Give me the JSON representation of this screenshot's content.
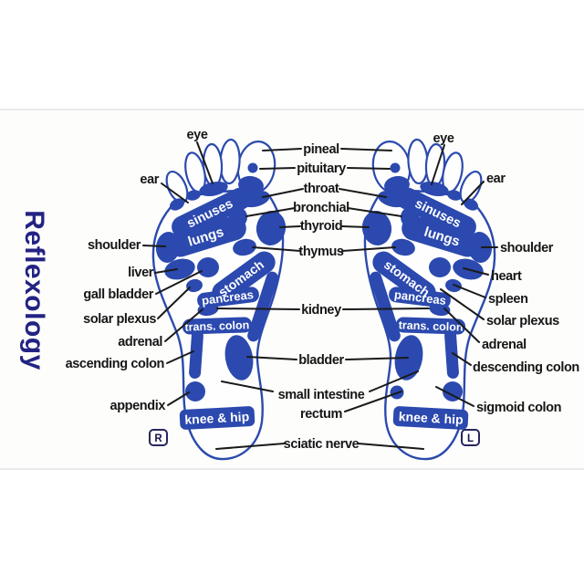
{
  "title": "Reflexology",
  "foot_chart": {
    "left_column_labels": [
      "eye",
      "ear",
      "shoulder",
      "liver",
      "gall bladder",
      "solar plexus",
      "adrenal",
      "ascending colon",
      "appendix"
    ],
    "center_column_labels": [
      "pineal",
      "pituitary",
      "throat",
      "bronchial",
      "thyroid",
      "thymus",
      "kidney",
      "bladder",
      "small intestine",
      "rectum",
      "sciatic nerve"
    ],
    "right_column_labels": [
      "eye",
      "ear",
      "shoulder",
      "heart",
      "spleen",
      "solar plexus",
      "adrenal",
      "descending colon",
      "sigmoid colon"
    ],
    "zone_labels": [
      "sinuses",
      "lungs",
      "stomach",
      "pancreas",
      "trans. colon",
      "knee & hip"
    ],
    "foot_markers": {
      "right": "R",
      "left": "L"
    }
  },
  "colors": {
    "zone_blue": "#2b49ae",
    "outline_blue": "#2b4aad",
    "title_navy": "#232384",
    "label_black": "#161616",
    "photo_background": "#fdfdfc"
  }
}
